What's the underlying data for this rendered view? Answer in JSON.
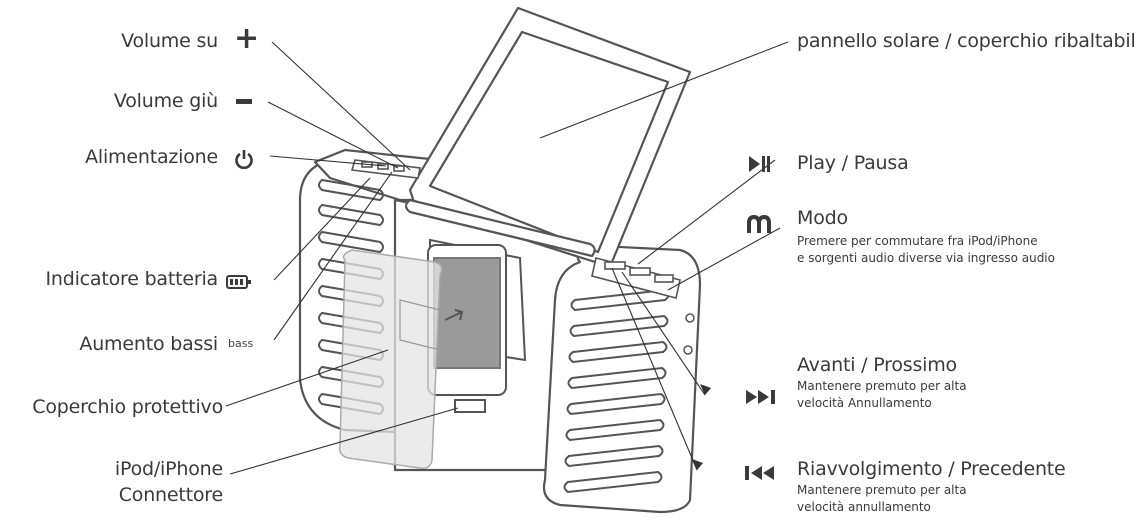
{
  "left_labels": {
    "volume_up": "Volume su",
    "volume_down": "Volume giù",
    "power": "Alimentazione",
    "battery": "Indicatore batteria",
    "bass_boost": "Aumento bassi",
    "bass_icon_text": "bass",
    "protective_cover": "Coperchio protettivo",
    "connector_line1": "iPod/iPhone",
    "connector_line2": "Connettore"
  },
  "right_labels": {
    "solar_panel": "pannello solare / coperchio ribaltabile",
    "play_pause": "Play / Pausa",
    "mode": "Modo",
    "mode_desc_line1": "Premere per commutare fra iPod/iPhone",
    "mode_desc_line2": "e sorgenti audio diverse via ingresso audio",
    "forward": "Avanti / Prossimo",
    "forward_desc_line1": "Mantenere premuto per alta",
    "forward_desc_line2": "velocità Annullamento",
    "rewind": "Riavvolgimento / Precedente",
    "rewind_desc_line1": "Mantenere premuto per alta",
    "rewind_desc_line2": "velocità annullamento"
  },
  "icons": [
    "plus-icon",
    "minus-icon",
    "power-icon",
    "battery-icon",
    "play-pause-icon",
    "mode-m-icon",
    "fast-forward-icon",
    "rewind-icon"
  ],
  "colors": {
    "text": "#3a3a3a",
    "outline": "#555555",
    "device_fill": "#ffffff",
    "screen": "#9a9a9a",
    "cover": "#e4e4e4"
  }
}
